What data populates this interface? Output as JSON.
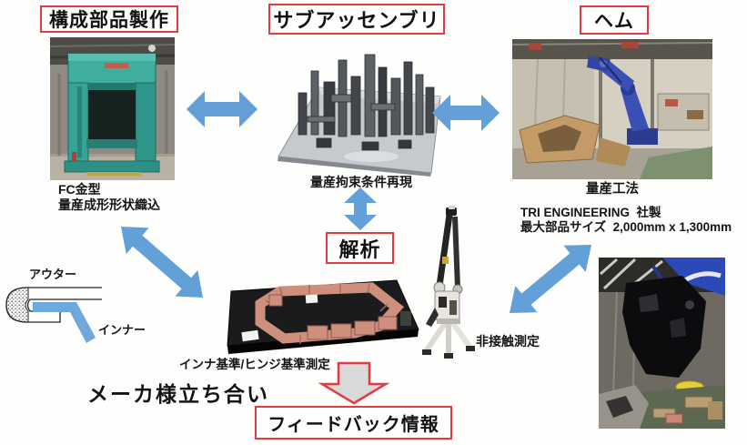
{
  "colors": {
    "arrow_blue": "#64a0d8",
    "box_red_border": "#e23b41",
    "block_arrow_fill": "#d9d9d9",
    "block_arrow_stroke": "#e23b41",
    "inner_panel_blue": "#6fa8dc",
    "text_black": "#141414"
  },
  "flow_boxes": {
    "component": "構成部品製作",
    "subassembly": "サブアッセンブリ",
    "hem": "ヘム",
    "analysis": "解析",
    "feedback": "フィードバック情報"
  },
  "captions": {
    "press_line1": "FC金型",
    "press_line2": "量産成形形状織込",
    "jig": "量産拘束条件再現",
    "robot": "量産工法",
    "maker_line1": "TRI ENGINEERING  社製",
    "maker_line2": "最大部品サイズ  2,000mm x 1,300mm",
    "noncontact": "非接触測定",
    "fixture": "インナ基準/ヒンジ基準測定",
    "witness": "メーカ様立ち合い"
  },
  "hem_diagram": {
    "outer_label": "アウター",
    "inner_label": "インナー"
  }
}
